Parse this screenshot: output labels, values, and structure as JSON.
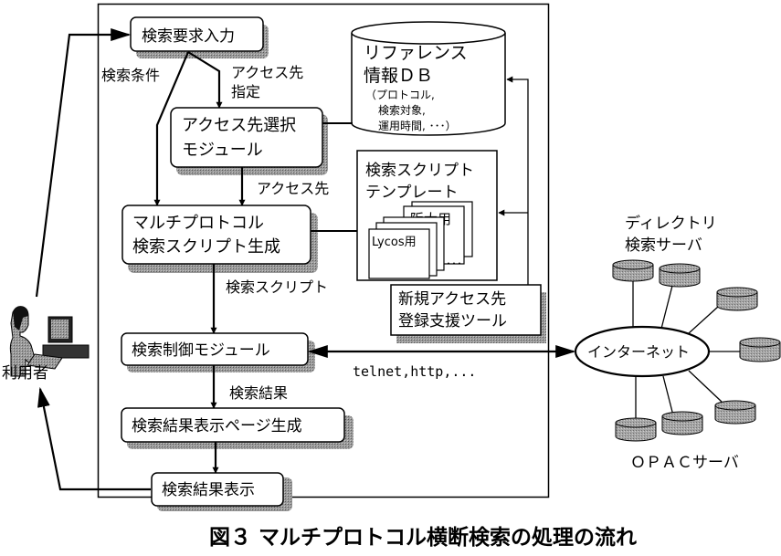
{
  "caption": "図３ マルチプロトコル横断検索の処理の流れ",
  "user": {
    "label": "利用者"
  },
  "modules": {
    "search_request_input": "検索要求入力",
    "access_select": [
      "アクセス先選択",
      "モジュール"
    ],
    "script_gen": [
      "マルチプロトコル",
      "検索スクリプト生成"
    ],
    "search_control": "検索制御モジュール",
    "result_page_gen": "検索結果表示ページ生成",
    "result_display": "検索結果表示"
  },
  "edge_labels": {
    "search_condition": "検索条件",
    "access_spec": [
      "アクセス先",
      "指定"
    ],
    "access_dest": "アクセス先",
    "search_script": "検索スクリプト",
    "search_result": "検索結果",
    "protocols": "telnet,http,..."
  },
  "reference_db": {
    "title": [
      "リファレンス",
      "情報ＤＢ"
    ],
    "contents": [
      "（プロトコル,",
      "検索対象,",
      "運用時間, ･･･）"
    ]
  },
  "script_templates": {
    "title": [
      "検索スクリプト",
      "テンプレート"
    ],
    "pages": [
      "Lycos用",
      "阪大用"
    ],
    "more": "･･･"
  },
  "registration_tool": [
    "新規アクセス先",
    "登録支援ツール"
  ],
  "internet": {
    "label": "インターネット",
    "directory_servers_label": [
      "ディレクトリ",
      "検索サーバ"
    ],
    "opac_servers_label": "ＯＰＡＣサーバ"
  }
}
